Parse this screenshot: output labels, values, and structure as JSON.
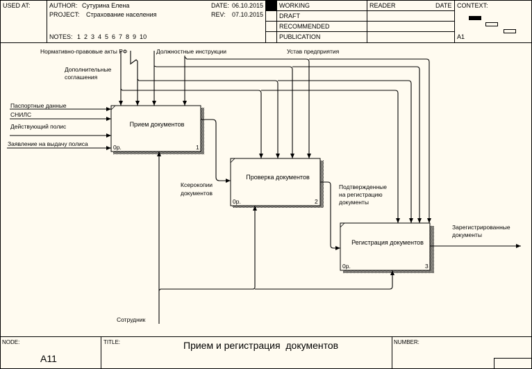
{
  "header": {
    "used_at_label": "USED AT:",
    "author_label": "AUTHOR:",
    "author": "Сутурина Елена",
    "project_label": "PROJECT:",
    "project": "Страхование населения",
    "date_label": "DATE:",
    "date": "06.10.2015",
    "rev_label": "REV:",
    "rev": "07.10.2015",
    "notes_label": "NOTES:",
    "notes": "1  2  3  4  5  6  7  8  9  10",
    "status": [
      {
        "label": "WORKING",
        "active": true
      },
      {
        "label": "DRAFT",
        "active": false
      },
      {
        "label": "RECOMMENDED",
        "active": false
      },
      {
        "label": "PUBLICATION",
        "active": false
      }
    ],
    "reader_label": "READER",
    "reader_date_label": "DATE",
    "context_label": "CONTEXT:",
    "context_node": "A1"
  },
  "diagram": {
    "boxes": [
      {
        "id": 1,
        "title": "Прием документов",
        "cost": "0р.",
        "number": "1"
      },
      {
        "id": 2,
        "title": "Проверка документов",
        "cost": "0р.",
        "number": "2"
      },
      {
        "id": 3,
        "title": "Регистрация документов",
        "cost": "0р.",
        "number": "3"
      }
    ],
    "inputs": [
      {
        "label": "Паспортные данные"
      },
      {
        "label": "СНИЛС"
      },
      {
        "label": "Действующий полис"
      },
      {
        "label": "Заявление на выдачу полиса"
      }
    ],
    "controls": [
      {
        "label": "Нормативно-правовые акты РФ"
      },
      {
        "label": "Дополнительные соглашения",
        "line1": "Дополнительные",
        "line2": "соглашения"
      },
      {
        "label": "Должностные инструкции"
      },
      {
        "label": "Устав предприятия"
      }
    ],
    "internal_arrows": [
      {
        "label": "Ксерокопии документов",
        "line1": "Ксерокопии",
        "line2": "документов"
      },
      {
        "label": "Подтвержденные на регистрацию документы",
        "line1": "Подтвержденные",
        "line2": "на регистрацию",
        "line3": "документы"
      }
    ],
    "outputs": [
      {
        "label": "Зарегистрированные документы",
        "line1": "Зарегистрированные",
        "line2": "документы"
      }
    ],
    "mechanisms": [
      {
        "label": "Сотрудник"
      }
    ]
  },
  "footer": {
    "node_label": "NODE:",
    "node": "A11",
    "title_label": "TITLE:",
    "title": "Прием и регистрация  документов",
    "number_label": "NUMBER:"
  }
}
